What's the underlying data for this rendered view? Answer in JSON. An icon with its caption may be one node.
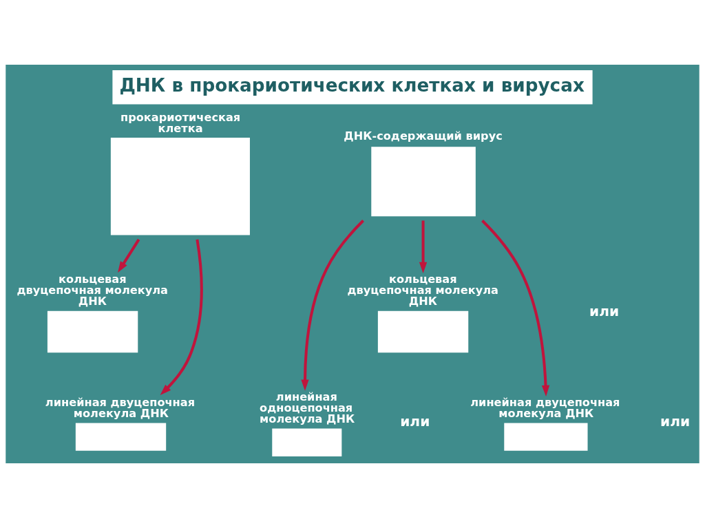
{
  "diagram": {
    "title": "ДНК в прокариотических клетках и вирусах",
    "nodes": [
      {
        "text": [
          "прокариотическая клетка"
        ]
      },
      {
        "text": [
          "кольцевая двуцепочная молекула ДНК"
        ]
      },
      {
        "text": [
          "линейная двуцепочная молекула ДНК"
        ]
      },
      {
        "text": [
          "ДНК-содержащий вирус"
        ]
      },
      {
        "text": [
          "кольцевая двуцепочная молекула ДНК"
        ]
      },
      {
        "text": [
          "линейная одноцепочная молекула ДНК"
        ]
      },
      {
        "text": [
          "линейная двуцепочная молекула ДНК"
        ]
      }
    ],
    "edges": [
      {
        "from": 0,
        "to": 1,
        "arrow": "to"
      },
      {
        "from": 0,
        "to": 2,
        "arrow": "to"
      },
      {
        "from": 3,
        "to": 4,
        "arrow": "to"
      },
      {
        "from": 3,
        "to": 5,
        "arrow": "to"
      },
      {
        "from": 3,
        "to": 6,
        "arrow": "to"
      }
    ],
    "labels": [
      "или",
      "или",
      "или"
    ]
  }
}
